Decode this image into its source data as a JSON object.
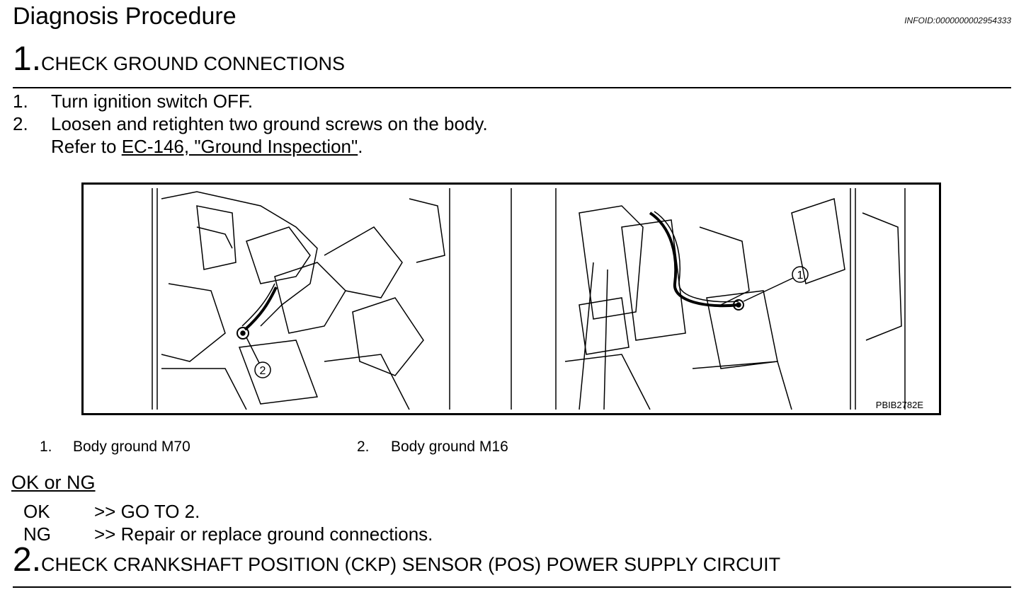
{
  "header": {
    "title": "Diagnosis Procedure",
    "info_id": "INFOID:0000000002954333"
  },
  "step1": {
    "number": "1.",
    "heading": "CHECK GROUND CONNECTIONS",
    "instructions": [
      {
        "num": "1.",
        "text": "Turn ignition switch OFF."
      },
      {
        "num": "2.",
        "text": "Loosen and retighten two ground screws on the body."
      }
    ],
    "refer_prefix": "Refer to ",
    "refer_link": "EC-146, \"Ground Inspection\"",
    "refer_suffix": "."
  },
  "figure": {
    "code": "PBIB2782E",
    "callout_1": "1",
    "callout_2": "2"
  },
  "legend": [
    {
      "num": "1.",
      "label": "Body ground M70"
    },
    {
      "num": "2.",
      "label": "Body ground M16"
    }
  ],
  "results": {
    "heading": "OK or NG",
    "items": [
      {
        "key": "OK",
        "action": ">> GO TO 2."
      },
      {
        "key": "NG",
        "action": ">> Repair or replace ground connections."
      }
    ]
  },
  "step2": {
    "number": "2.",
    "heading": "CHECK CRANKSHAFT POSITION (CKP) SENSOR (POS) POWER SUPPLY CIRCUIT"
  }
}
